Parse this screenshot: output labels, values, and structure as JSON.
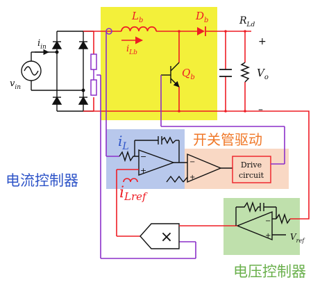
{
  "colors": {
    "red": "#ee1c24",
    "purple": "#8b2fc9",
    "black": "#111111",
    "yellow": "#f3f03a",
    "blue_panel": "#b8c8ec",
    "orange_panel": "#f9d8c4",
    "green_panel": "#bfe0ac",
    "blue_text": "#2f55c8",
    "orange_text": "#f07828",
    "green_text": "#6ab04c"
  },
  "labels": {
    "inductor": "L",
    "inductor_sub": "b",
    "current": "i",
    "current_sub": "Lb",
    "diode": "D",
    "diode_sub": "b",
    "load": "R",
    "load_sub": "Ld",
    "plus": "+",
    "minus": "–",
    "output": "V",
    "output_sub": "o",
    "switch": "Q",
    "switch_sub": "b",
    "input_current": "i",
    "input_current_sub": "in",
    "input_voltage": "v",
    "input_voltage_sub": "in",
    "sense": "i",
    "sense_sub": "L",
    "reference": "i",
    "reference_sub": "Lref",
    "vref": "V",
    "vref_sub": "ref",
    "opamp_minus": "−",
    "opamp_plus": "+",
    "multiplier": "×",
    "drive_line1": "Drive",
    "drive_line2": "circuit"
  },
  "sections": {
    "current_controller": "电流控制器",
    "gate_driver": "开关管驱动",
    "voltage_controller": "电压控制器"
  }
}
